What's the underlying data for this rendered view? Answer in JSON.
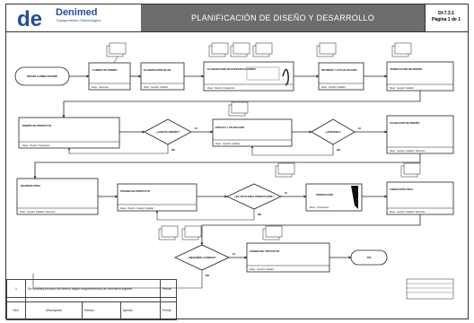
{
  "header": {
    "logo_name": "Denimed",
    "logo_sub": "Equipamiento Odontológico",
    "title": "PLANIFICACIÓN DE DISEÑO Y DESARROLLO",
    "code": "DI-7.3.1",
    "page": "Página 1 de 1"
  },
  "flow": {
    "start_label": "INICIAR CAMBIO DISEÑO",
    "row1": [
      {
        "label": "CAMBIO DE DISEÑO",
        "resp": "Resp.: Gerencia"
      },
      {
        "label": "ELABORACIÓN DE OD",
        "resp": "Resp.: Gestión Calidad"
      },
      {
        "label": "ELABORACIÓN DE ESPECIFICACIONES",
        "resp": "Resp.: Diseño / Desarrollo"
      },
      {
        "label": "REVISIÓN Y ACTUALIZACIÓN",
        "resp": "Resp.: Gestión Calidad"
      },
      {
        "label": "VERIFICACIÓN DE DISEÑO",
        "resp": "Resp.: Gestión Calidad"
      }
    ],
    "row2": [
      {
        "label": "DISEÑO DE PRODUCTO",
        "resp": "Resp.: Diseño / Desarrollo"
      },
      {
        "label": "ENSAYO Y VALIDACIÓN",
        "resp": "Resp.: Gestión Calidad"
      },
      {
        "label": "VALIDACIÓN DE DISEÑO",
        "resp": "Resp.: Gestión Calidad / Dirección"
      }
    ],
    "decision_1": "¿ACEPTA DISEÑO?",
    "decision_2": "¿APRUEBA?",
    "row3": [
      {
        "label": "REVISIÓN FINAL",
        "resp": "Resp.: Gestión Calidad / Dirección"
      },
      {
        "label": "PRUEBA DE PRODUCTO",
        "resp": "Resp.: Diseño / Gestión Calidad"
      },
      {
        "label": "PRODUCCIÓN",
        "resp": "Resp.: Producción"
      },
      {
        "label": "LIBERACIÓN FINAL",
        "resp": "Resp.: Gestión Calidad / Dirección"
      }
    ],
    "decision_3": "¿ES APTO PARA PRODUCCIÓN?",
    "decision_4": "¿REQUIERE CAMBIOS?",
    "row4": {
      "label": "CIERRE DEL PROYECTO",
      "resp": "Resp.: Gestión Calidad"
    },
    "end_label": "FIN",
    "yes": "SI",
    "no": "NO"
  },
  "footer": {
    "rev": "1",
    "desc": "Se modifica proceso de diseño según requerimientos de normativa vigente",
    "date": "Fecha",
    "col_rev": "Rev.",
    "col_desc": "Descripción",
    "col_reviso": "Revisó",
    "col_aprobo": "Aprobó",
    "col_fecha": "Fecha"
  }
}
